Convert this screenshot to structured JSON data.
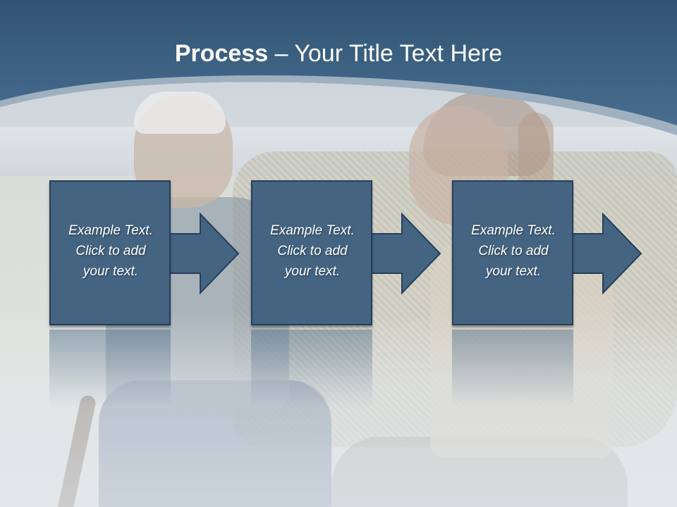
{
  "slide": {
    "title_bold": "Process",
    "title_rest": " – Your Title Text Here"
  },
  "steps": [
    {
      "line1": "Example Text.",
      "line2": "Click  to add",
      "line3": "your text."
    },
    {
      "line1": "Example Text.",
      "line2": "Click  to add",
      "line3": "your text."
    },
    {
      "line1": "Example Text.",
      "line2": "Click  to add",
      "line3": "your text."
    }
  ],
  "colors": {
    "header": "#3f6484",
    "step_fill": "#446482",
    "step_border": "#273f59",
    "text": "#ffffff"
  }
}
